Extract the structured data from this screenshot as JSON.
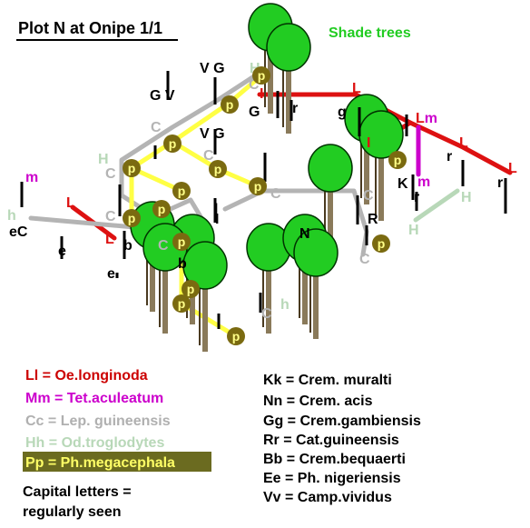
{
  "title": "Plot N at Onipe 1/1",
  "shade_trees_label": "Shade trees",
  "legend_left": [
    {
      "text": "Ll = Oe.longinoda",
      "color": "#cc0000"
    },
    {
      "text": "Mm = Tet.aculeatum",
      "color": "#cc00cc"
    },
    {
      "text": "Cc = Lep. guineensis",
      "color": "#b0b0b0"
    },
    {
      "text": "Hh = Od.troglodytes",
      "color": "#b8d8b8"
    },
    {
      "text": "Pp = Ph.megacephala",
      "color": "#ffff66",
      "highlight": "#6b6b20"
    }
  ],
  "legend_right": [
    "Kk = Crem. muralti",
    "Nn = Crem. acis",
    "Gg = Crem.gambiensis",
    "Rr = Cat.guineensis",
    "Bb = Crem.bequaerti",
    "Ee = Ph. nigeriensis",
    "Vv = Camp.vividus"
  ],
  "note_line1": "Capital letters =",
  "note_line2": "regularly seen",
  "colors": {
    "Oe_longinoda": "#dd1111",
    "Tet_aculeatum": "#cc00cc",
    "Lep_guineensis": "#b4b4b4",
    "Od_troglodytes": "#b8d8b8",
    "Ph_megacephala_line": "#ffff44",
    "Ph_megacephala_badge": "#7a6a10",
    "badge_text": "#ffff88",
    "tree_foliage": "#22cc22",
    "trunk": "#8a7a5a",
    "shade_label": "#22cc22"
  }
}
